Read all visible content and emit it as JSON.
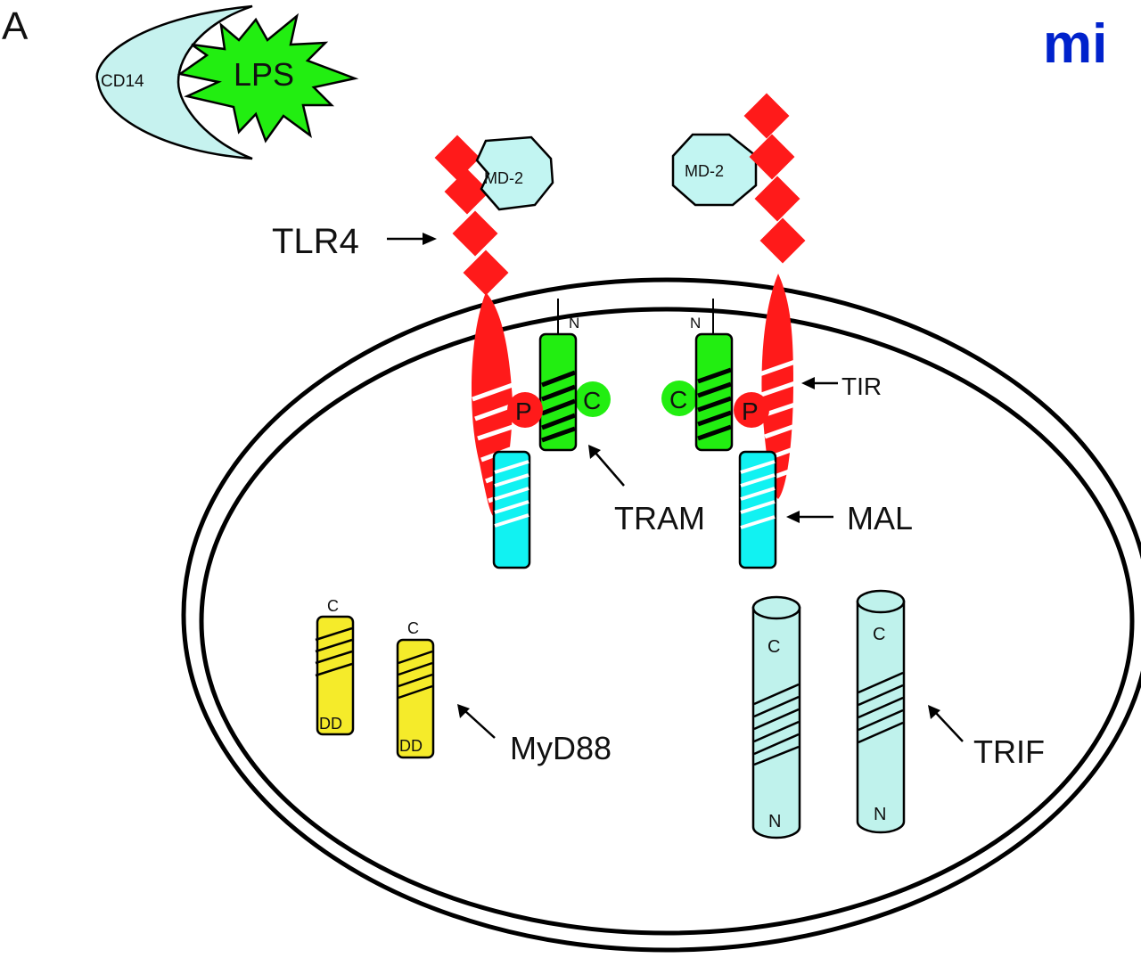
{
  "panel_label": "A",
  "logo_text": "mi",
  "colors": {
    "tlr4": "#ff1a1a",
    "md2": "#c2f5f2",
    "cd14": "#c6f2ef",
    "lps": "#22ee11",
    "tram": "#22ee11",
    "mal": "#11f2f2",
    "myd88": "#f5eb2a",
    "trif": "#bff2ec",
    "logo": "#0022cc"
  },
  "labels": {
    "cd14": "CD14",
    "lps": "LPS",
    "md2_left": "MD-2",
    "md2_right": "MD-2",
    "tlr4": "TLR4",
    "tir": "TIR",
    "tram": "TRAM",
    "mal": "MAL",
    "myd88": "MyD88",
    "trif": "TRIF",
    "phospho_left": "P",
    "phospho_right": "P",
    "tram_c_left": "C",
    "tram_c_right": "C",
    "tram_n_left": "N",
    "tram_n_right": "N",
    "myd88_c_1": "C",
    "myd88_c_2": "C",
    "myd88_dd_1": "DD",
    "myd88_dd_2": "DD",
    "trif_c_1": "C",
    "trif_c_2": "C",
    "trif_n_1": "N",
    "trif_n_2": "N"
  }
}
